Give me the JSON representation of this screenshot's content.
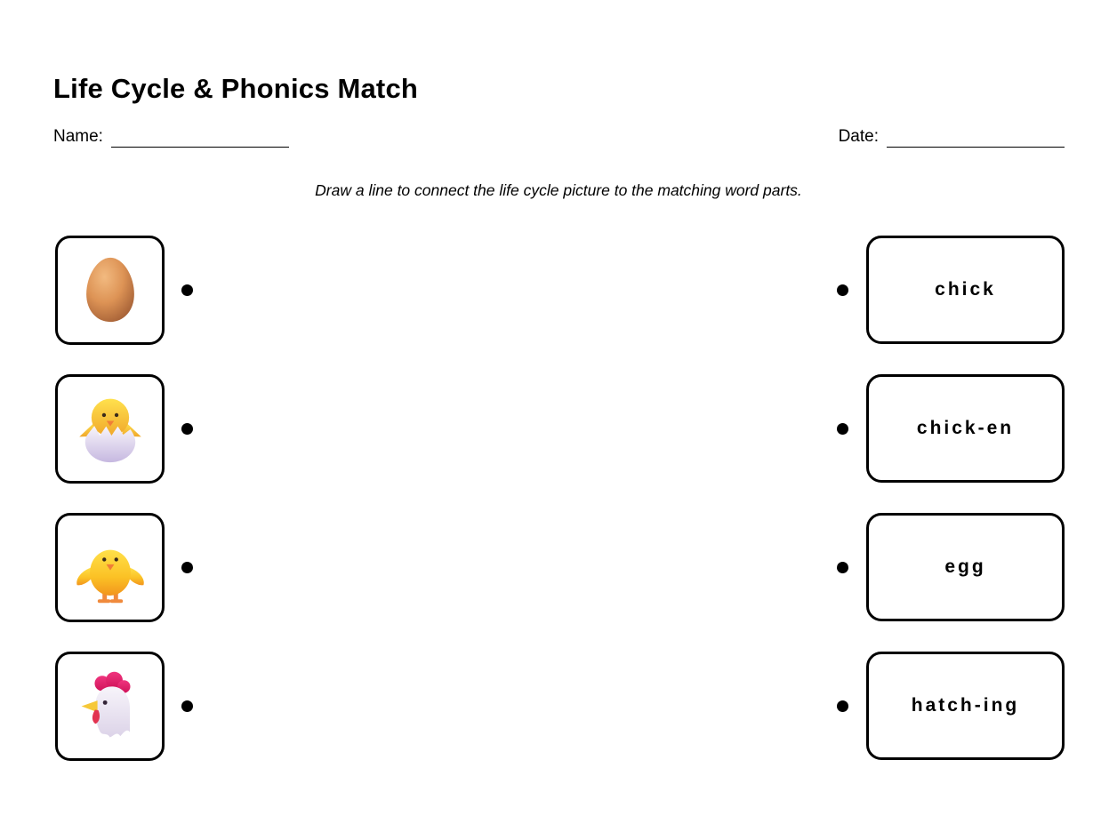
{
  "page": {
    "title": "Life Cycle & Phonics Match",
    "name_label": "Name:",
    "date_label": "Date:",
    "instruction": "Draw a line to connect the life cycle picture to the matching word parts."
  },
  "colors": {
    "ink": "#000000",
    "paper": "#ffffff",
    "egg_shell_brown": "#DD9355",
    "chick_yellow": "#FFD93B",
    "chick_orange": "#F29B1F",
    "beak_orange": "#F07E36",
    "hatch_shell_lavender": "#CFC3E6",
    "hen_white": "#F2EDF6",
    "comb_pink": "#E9256E",
    "wattle_red": "#E23350",
    "hen_beak_yellow": "#F6C838"
  },
  "match": {
    "rows": [
      {
        "picture_icon": "egg-icon",
        "word": "chick"
      },
      {
        "picture_icon": "hatching-chick-icon",
        "word": "chick-en"
      },
      {
        "picture_icon": "chick-icon",
        "word": "egg"
      },
      {
        "picture_icon": "chicken-icon",
        "word": "hatch-ing"
      }
    ]
  }
}
